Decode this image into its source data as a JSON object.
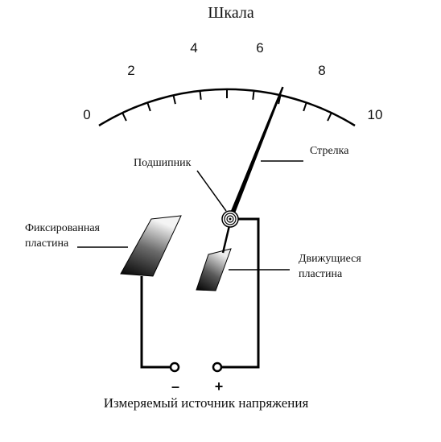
{
  "title": "Шкала",
  "scale": {
    "labels": [
      "0",
      "2",
      "4",
      "6",
      "8",
      "10"
    ],
    "needle_reading": 6.9
  },
  "callouts": {
    "needle": "Стрелка",
    "bearing": "Подшипник",
    "fixed_plate_line1": "Фиксированная",
    "fixed_plate_line2": "пластина",
    "moving_plate_line1": "Движущиеся",
    "moving_plate_line2": "пластина"
  },
  "terminals": {
    "negative": "–",
    "positive": "+"
  },
  "caption": "Измеряемый источник напряжения"
}
